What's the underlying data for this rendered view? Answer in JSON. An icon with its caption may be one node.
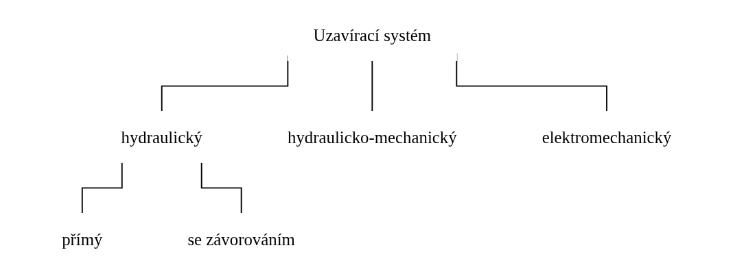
{
  "diagram": {
    "nodes": [
      {
        "text": [
          "Uzavírací systém"
        ]
      },
      {
        "text": [
          "hydraulický"
        ]
      },
      {
        "text": [
          "hydraulicko-mechanický"
        ]
      },
      {
        "text": [
          "elektromechanický"
        ]
      },
      {
        "text": [
          "přímý"
        ]
      },
      {
        "text": [
          "se závorováním"
        ]
      }
    ],
    "edges": [
      {
        "from": 0,
        "to": 1,
        "arrow": "none"
      },
      {
        "from": 0,
        "to": 2,
        "arrow": "none"
      },
      {
        "from": 0,
        "to": 3,
        "arrow": "none"
      },
      {
        "from": 1,
        "to": 4,
        "arrow": "none"
      },
      {
        "from": 1,
        "to": 5,
        "arrow": "none"
      }
    ]
  }
}
